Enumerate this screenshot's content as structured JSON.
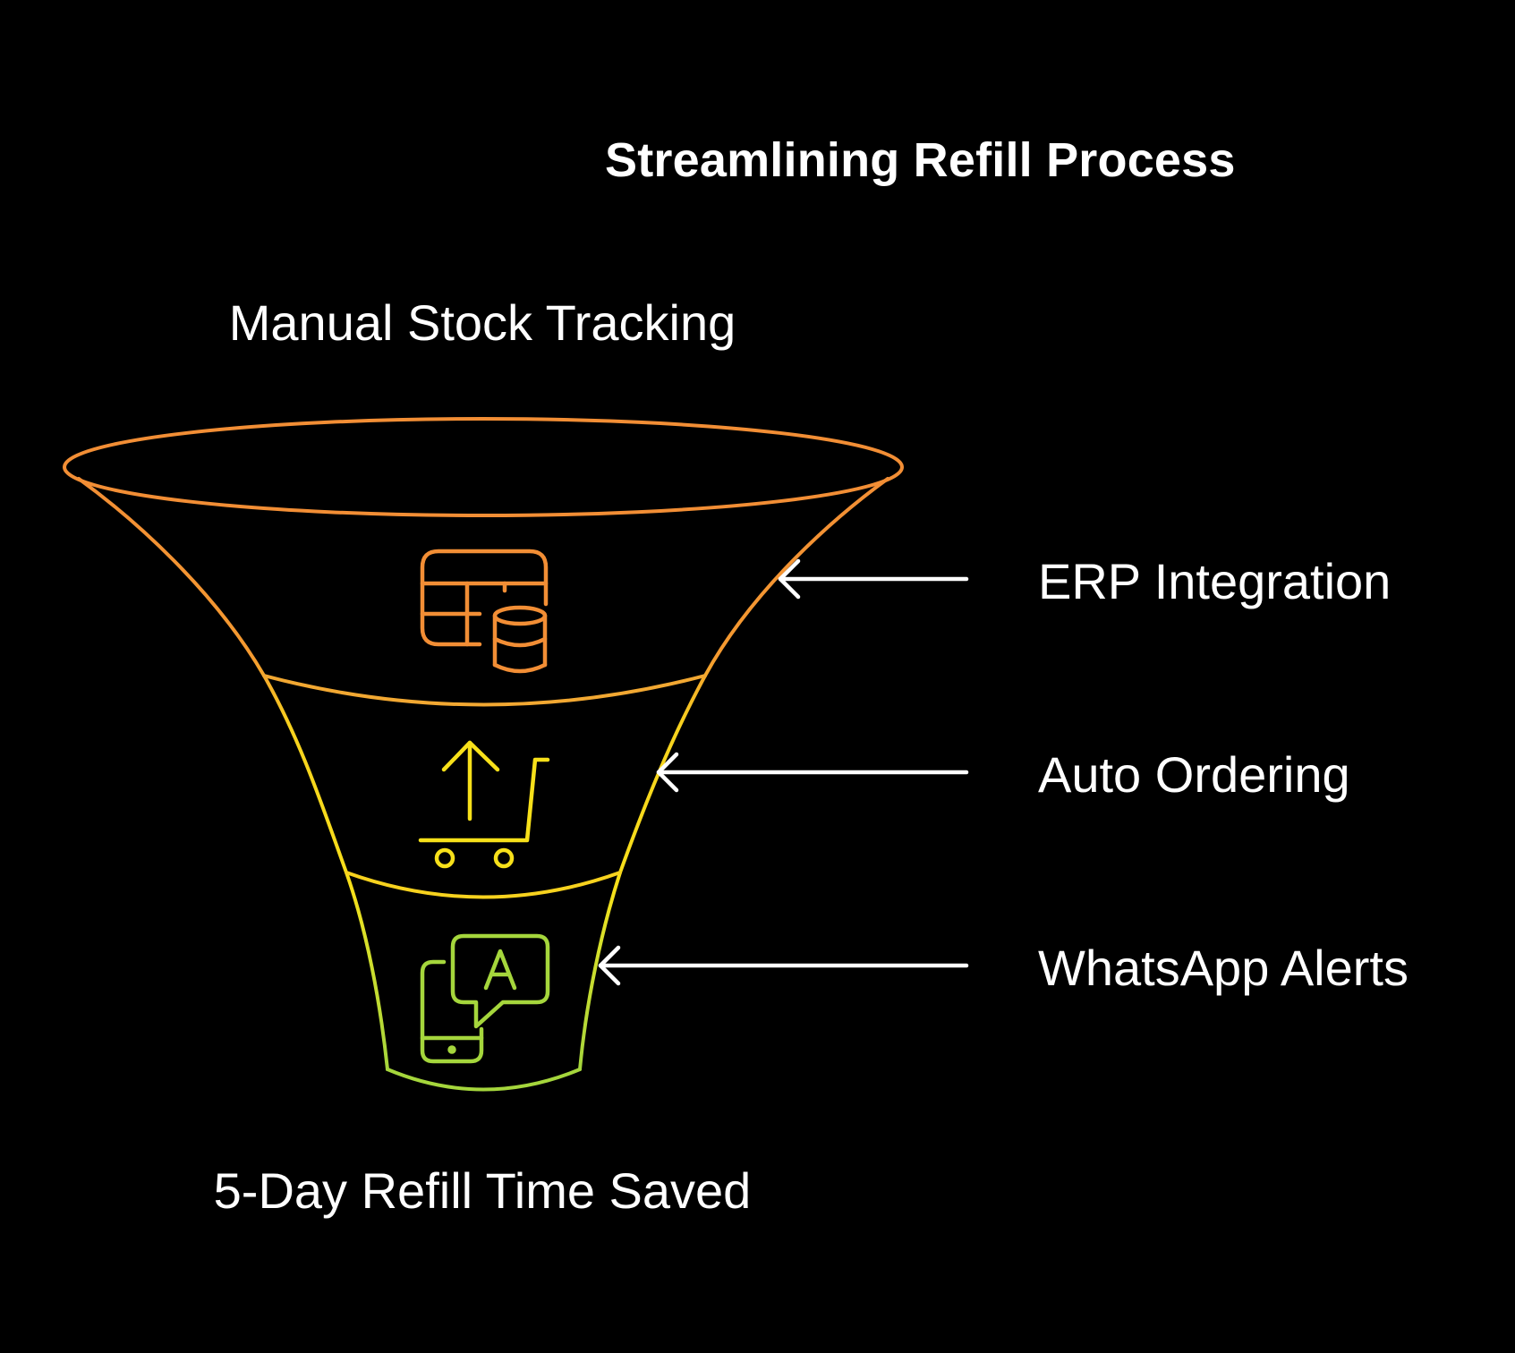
{
  "title": "Streamlining Refill Process",
  "funnel": {
    "top_label": "Manual Stock Tracking",
    "bottom_label": "5-Day Refill Time Saved"
  },
  "stages": [
    {
      "label": "ERP Integration",
      "icon": "spreadsheet-database-icon",
      "color": "#f28e35"
    },
    {
      "label": "Auto Ordering",
      "icon": "cart-arrow-up-icon",
      "color": "#f7e01a"
    },
    {
      "label": "WhatsApp Alerts",
      "icon": "phone-chat-icon",
      "color": "#a5d63c"
    }
  ],
  "colors": {
    "background": "#000000",
    "text": "#ffffff",
    "arrow": "#ffffff"
  }
}
